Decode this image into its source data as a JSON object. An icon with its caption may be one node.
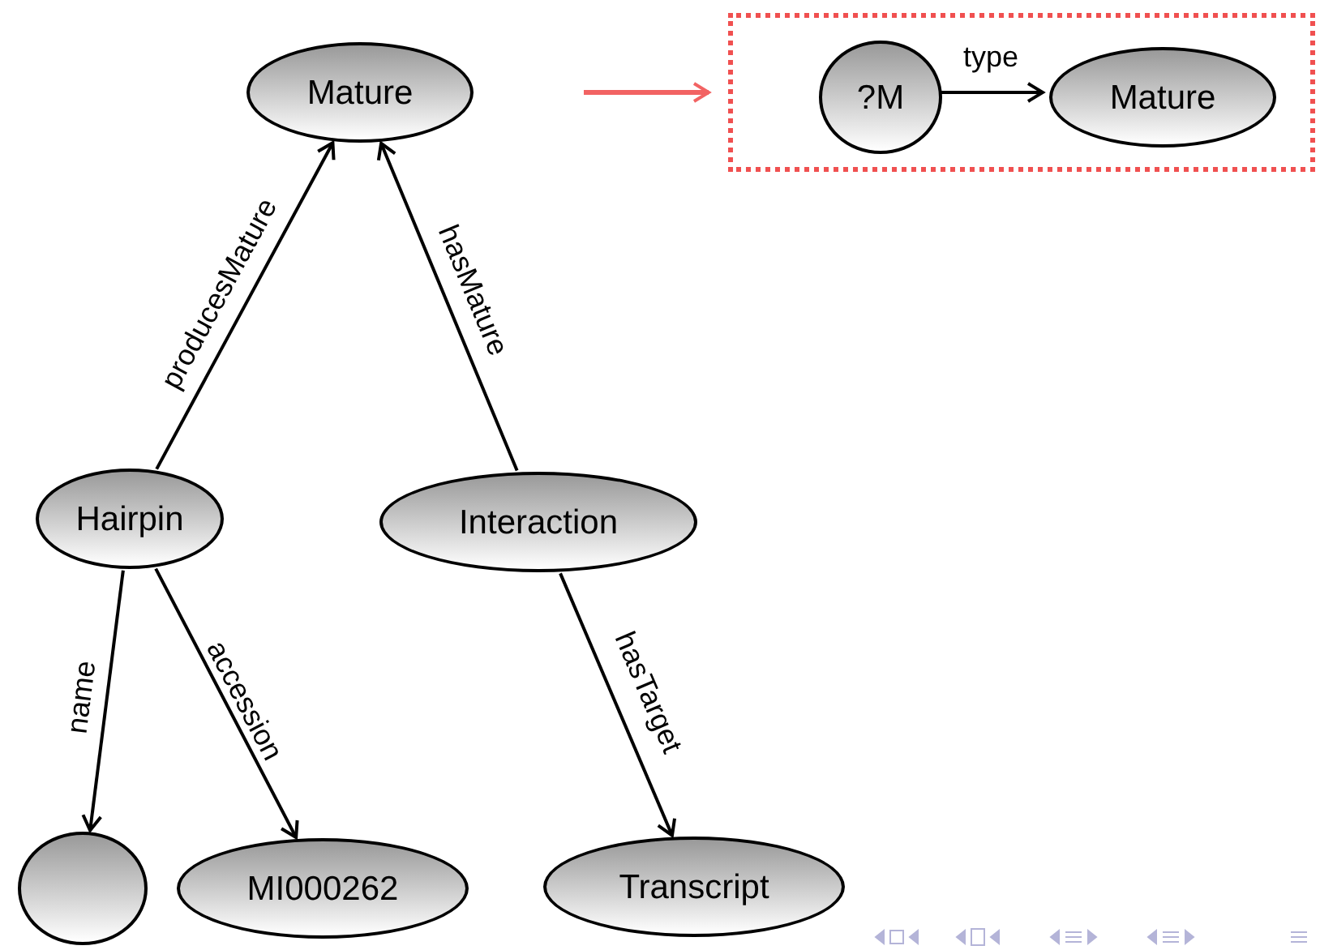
{
  "diagram": {
    "nodes": [
      {
        "text": [
          "Mature"
        ]
      },
      {
        "text": [
          "Hairpin"
        ]
      },
      {
        "text": [
          "Interaction"
        ]
      },
      {
        "text": [],
        "shape": "circle"
      },
      {
        "text": [
          "MI000262"
        ]
      },
      {
        "text": [
          "Transcript"
        ]
      },
      {
        "text": [],
        "shape": "box"
      },
      {
        "text": [
          "?M"
        ],
        "in": 6
      },
      {
        "text": [
          "Mature"
        ],
        "in": 6
      }
    ],
    "edges": [
      {
        "from": 1,
        "to": 0,
        "arrow": "to",
        "label": "producesMature"
      },
      {
        "from": 2,
        "to": 0,
        "arrow": "to",
        "label": "hasMature"
      },
      {
        "from": 1,
        "to": 3,
        "arrow": "to",
        "label": "name"
      },
      {
        "from": 1,
        "to": 4,
        "arrow": "to",
        "label": "accession"
      },
      {
        "from": 2,
        "to": 5,
        "arrow": "to",
        "label": "hasTarget"
      },
      {
        "from": 7,
        "to": 8,
        "arrow": "to",
        "label": "type"
      },
      {
        "from": null,
        "to": 6,
        "arrow": "to",
        "color": "#f26363"
      }
    ]
  }
}
